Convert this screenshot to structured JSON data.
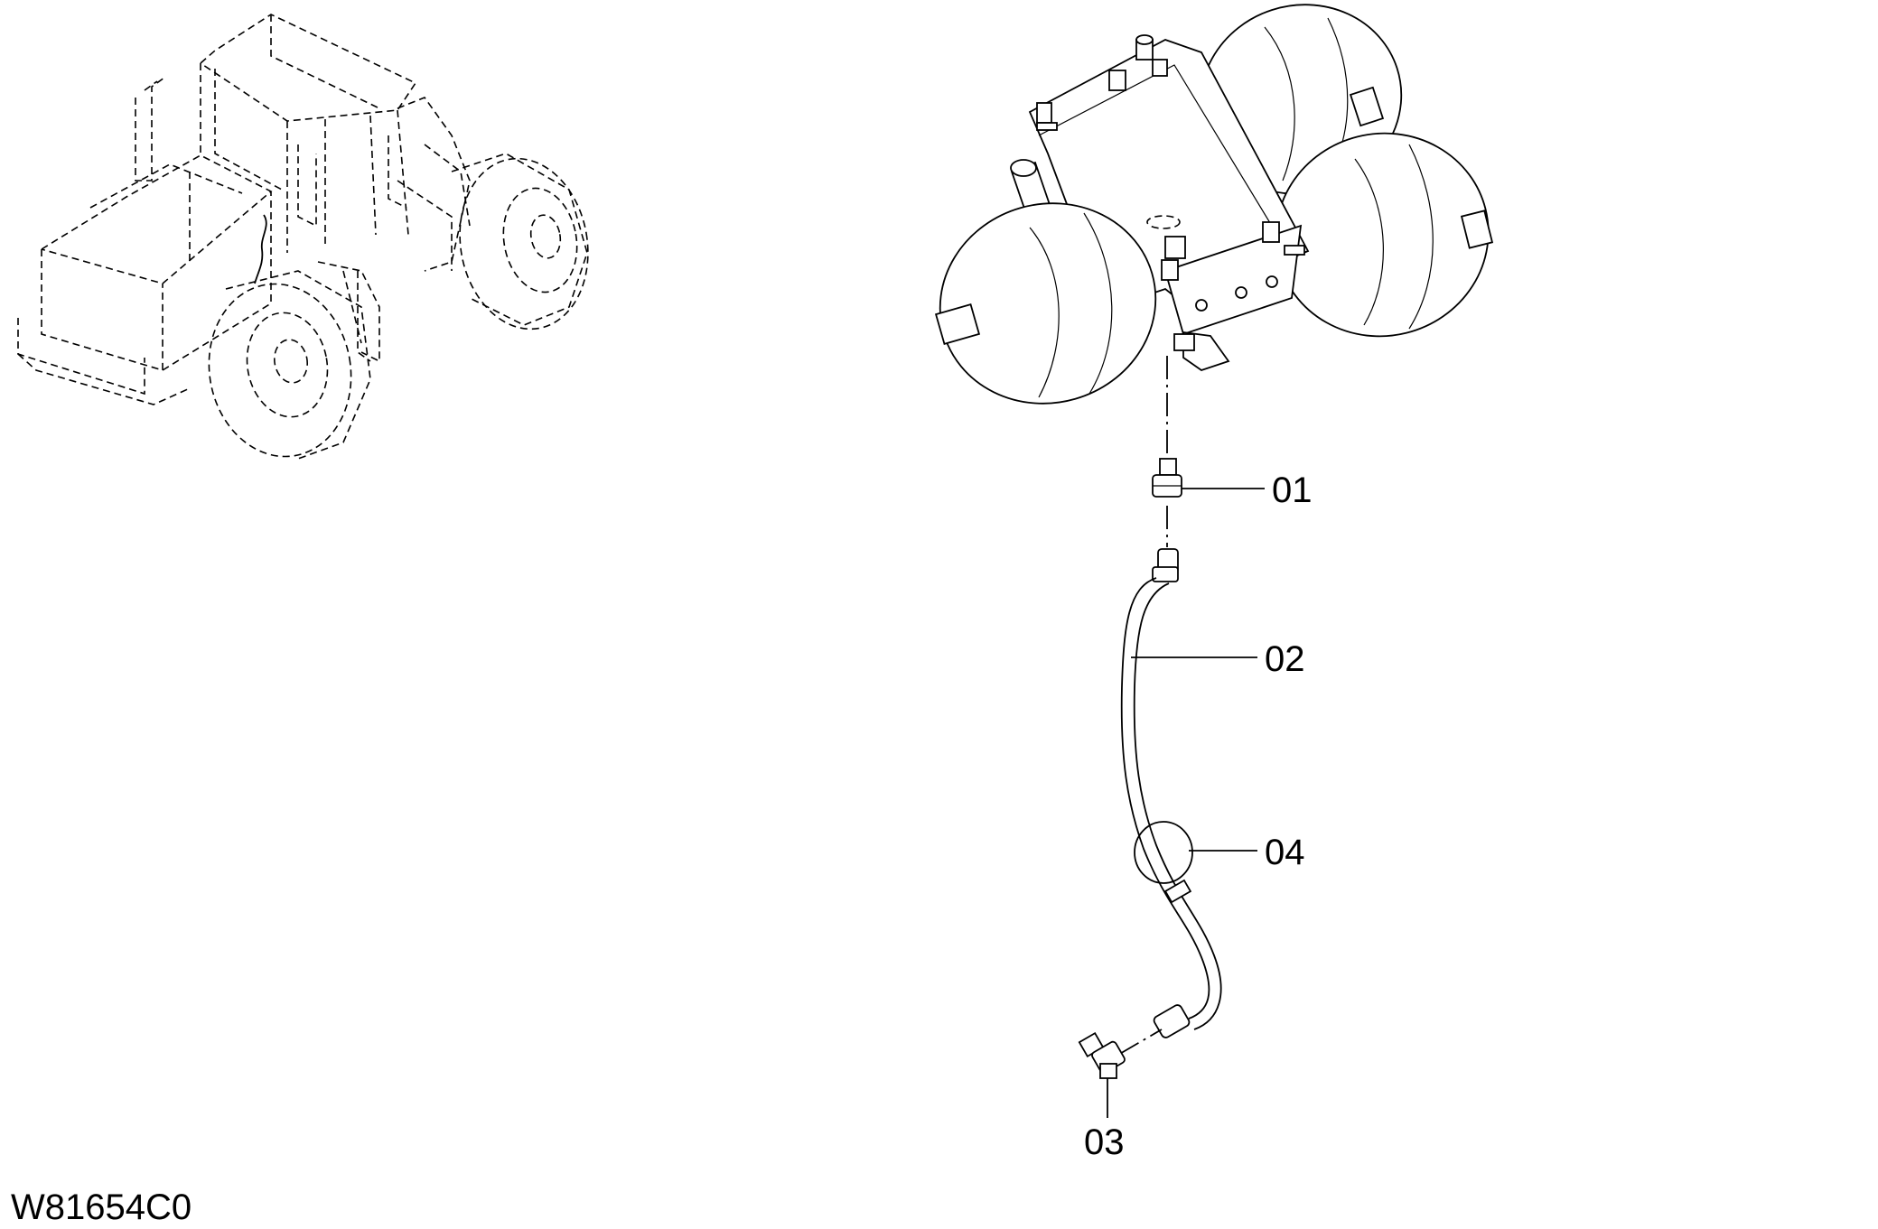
{
  "drawing_code": "W81654C0",
  "callouts": [
    {
      "id": "01"
    },
    {
      "id": "02"
    },
    {
      "id": "03"
    },
    {
      "id": "04"
    }
  ]
}
